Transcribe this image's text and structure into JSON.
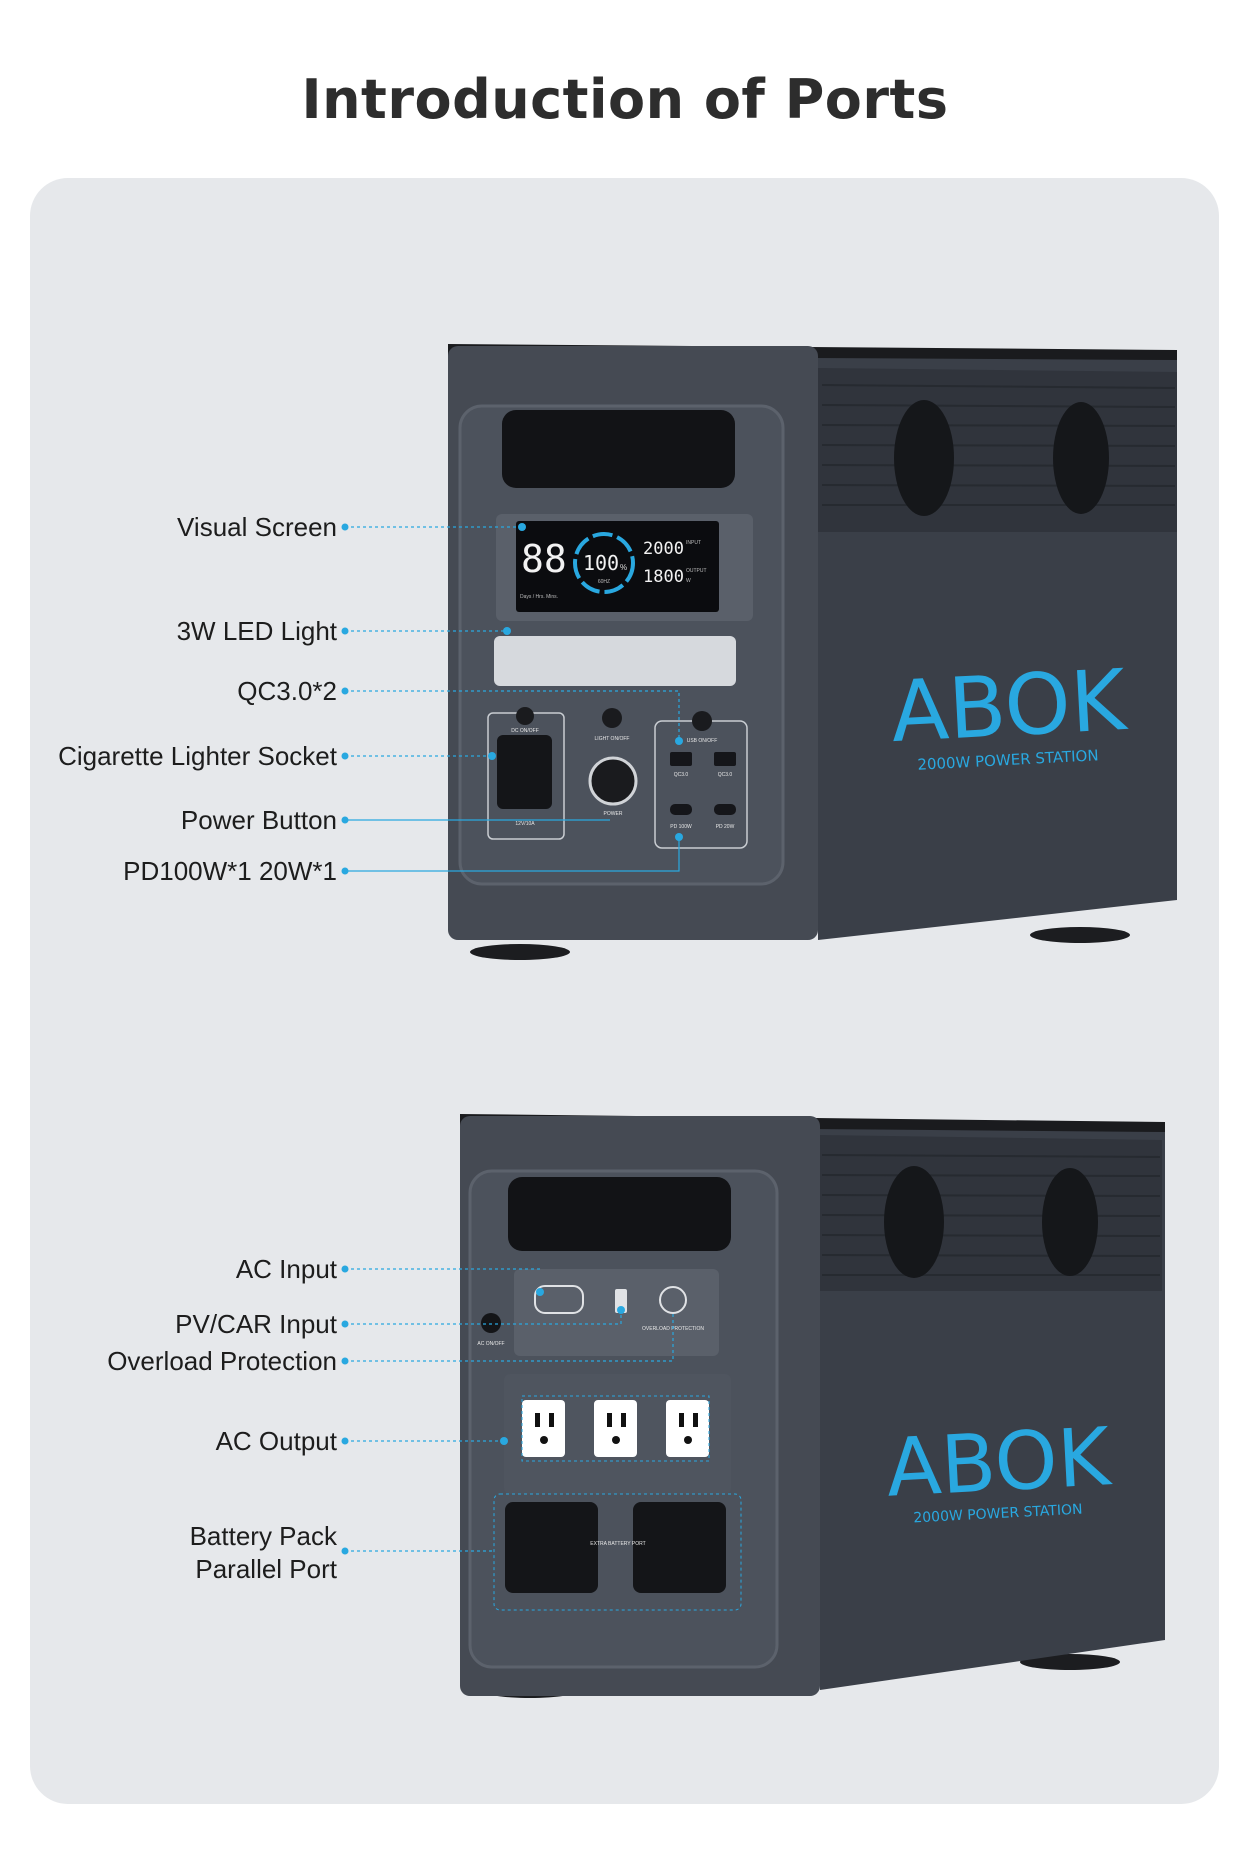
{
  "title": "Introduction of Ports",
  "colors": {
    "accent": "#29a8e0",
    "card_bg": "#e6e8eb",
    "device_body": "#3b4049"
  },
  "front_view": {
    "labels": [
      "Visual Screen",
      "3W LED Light",
      "QC3.0*2",
      "Cigarette Lighter Socket",
      "Power Button",
      "PD100W*1 20W*1"
    ],
    "screen": {
      "time": "88",
      "time_units": "Days / Hrs. Mins.",
      "battery": "100",
      "percent": "%",
      "freq": "60HZ",
      "input": "2000",
      "input_label": "INPUT",
      "output": "1800",
      "output_label": "OUTPUT",
      "unit": "W"
    },
    "panel_text": {
      "dc": "DC ON/OFF",
      "light": "LIGHT ON/OFF",
      "usb": "USB ON/OFF",
      "power": "POWER",
      "qc1": "QC3.0",
      "qc2": "QC3.0",
      "pd1": "PD 100W",
      "pd2": "PD 20W",
      "car": "12V/10A"
    },
    "brand": "ABOK",
    "brand_sub": "2000W POWER STATION"
  },
  "back_view": {
    "labels": [
      "AC Input",
      "PV/CAR Input",
      "Overload Protection",
      "AC Output",
      "Battery Pack",
      "Parallel Port"
    ],
    "panel_text": {
      "ac_switch": "AC ON/OFF",
      "overload": "OVERLOAD PROTECTION",
      "extra": "EXTRA BATTERY PORT"
    },
    "brand": "ABOK",
    "brand_sub": "2000W POWER STATION"
  }
}
